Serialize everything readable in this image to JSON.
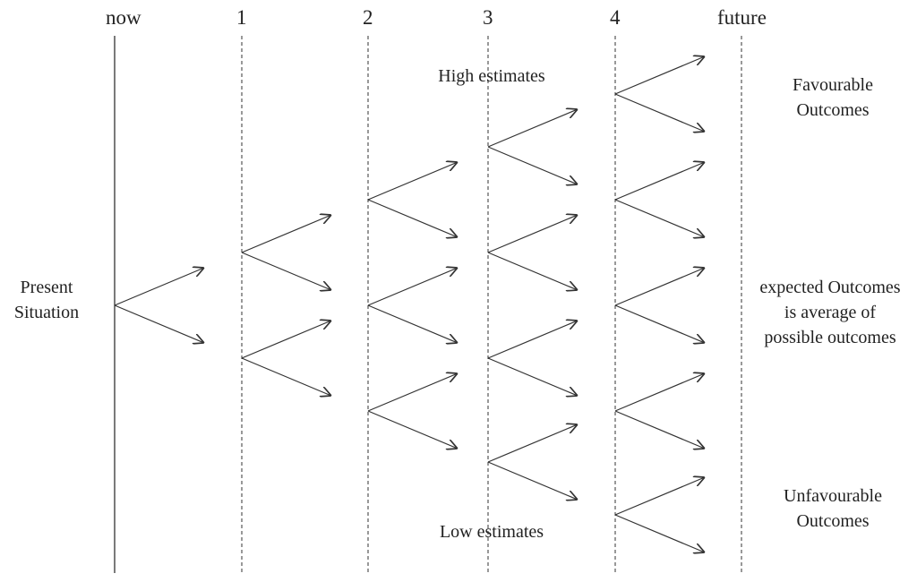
{
  "headers": {
    "now": "now",
    "t1": "1",
    "t2": "2",
    "t3": "3",
    "t4": "4",
    "future": "future"
  },
  "labels": {
    "present_line1": "Present",
    "present_line2": "Situation",
    "high_estimates": "High estimates",
    "low_estimates": "Low estimates",
    "favourable_line1": "Favourable",
    "favourable_line2": "Outcomes",
    "expected_line1": "expected Outcomes",
    "expected_line2": "is average of",
    "expected_line3": "possible outcomes",
    "unfavourable_line1": "Unfavourable",
    "unfavourable_line2": "Outcomes"
  },
  "colors": {
    "line": "#333333",
    "text": "#222222"
  }
}
